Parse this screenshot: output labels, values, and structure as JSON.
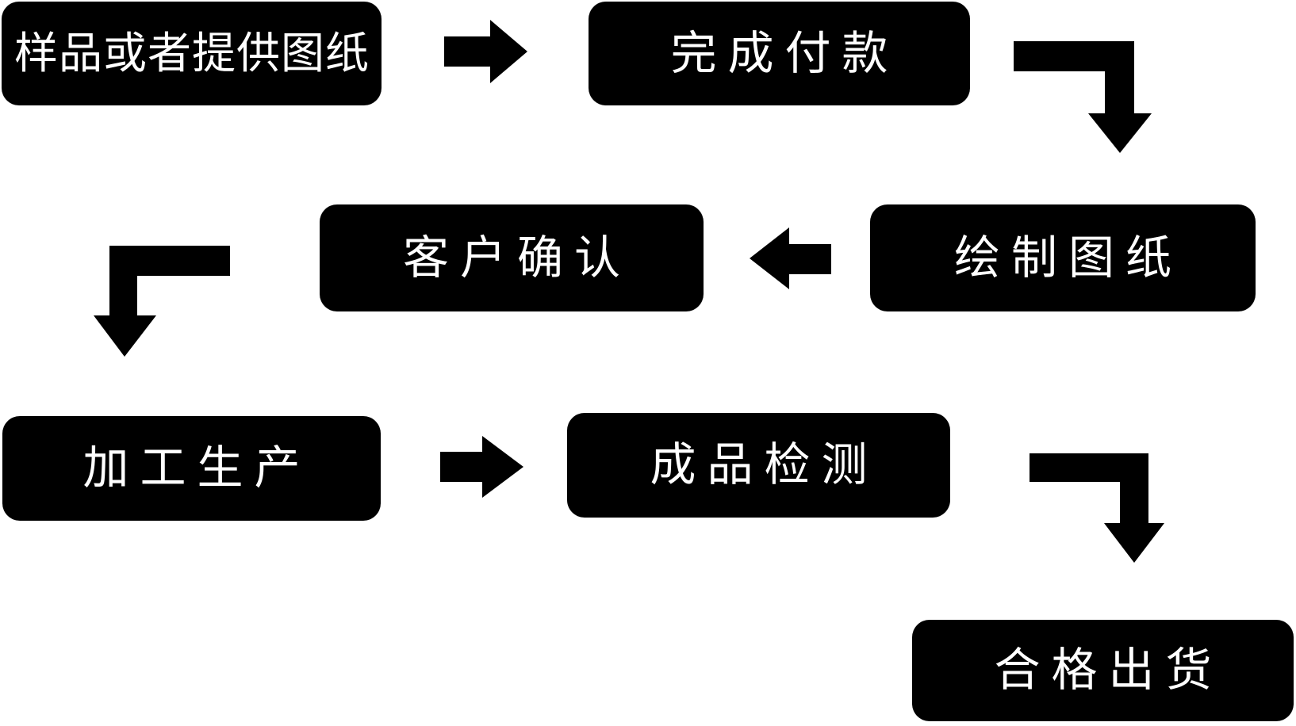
{
  "diagram": {
    "type": "flowchart",
    "colors": {
      "background": "#ffffff",
      "node_fill": "#000000",
      "node_text": "#ffffff",
      "arrow": "#000000"
    },
    "nodes": [
      {
        "id": "sample",
        "label": "样品或者提供图纸"
      },
      {
        "id": "payment",
        "label": "完成付款"
      },
      {
        "id": "drawing",
        "label": "绘制图纸"
      },
      {
        "id": "confirm",
        "label": "客户确认"
      },
      {
        "id": "production",
        "label": "加工生产"
      },
      {
        "id": "inspection",
        "label": "成品检测"
      },
      {
        "id": "shipment",
        "label": "合格出货"
      }
    ],
    "edges": [
      {
        "from": "样品或者提供图纸",
        "to": "完成付款",
        "style": "straight-right"
      },
      {
        "from": "完成付款",
        "to": "绘制图纸",
        "style": "elbow-down-right"
      },
      {
        "from": "绘制图纸",
        "to": "客户确认",
        "style": "straight-left"
      },
      {
        "from": "客户确认",
        "to": "加工生产",
        "style": "elbow-down-left"
      },
      {
        "from": "加工生产",
        "to": "成品检测",
        "style": "straight-right"
      },
      {
        "from": "成品检测",
        "to": "合格出货",
        "style": "elbow-down-right"
      }
    ]
  }
}
